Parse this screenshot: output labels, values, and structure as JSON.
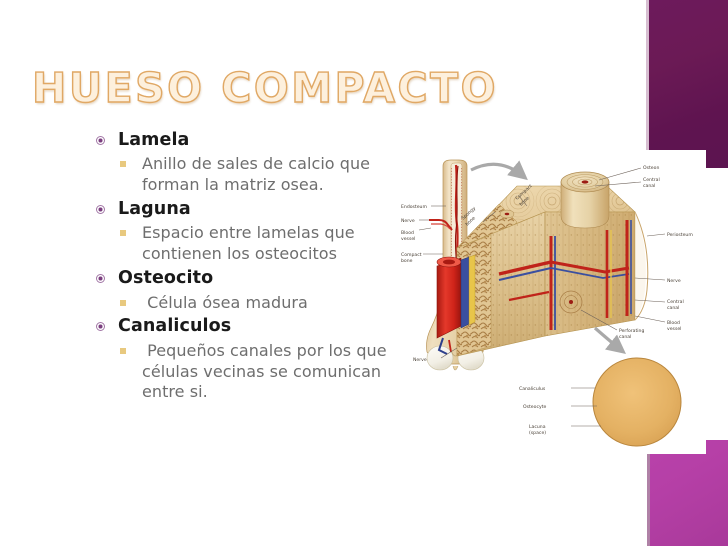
{
  "slide": {
    "title": "HUESO COMPACTO",
    "title_colors": {
      "fill_light": "#fffaf2",
      "fill_dark": "#e8bb82",
      "outline": "#e0a865"
    },
    "decor": {
      "top_right_block_color": "#6d1a5c",
      "bottom_right_block_color": "#b942ab"
    },
    "bullets": [
      {
        "level1": "Lamela",
        "level2": [
          "Anillo de sales de calcio que forman la matriz osea."
        ]
      },
      {
        "level1": "Laguna",
        "level2": [
          "Espacio entre lamelas que contienen los osteocitos"
        ]
      },
      {
        "level1": "Osteocito",
        "level2": [
          " Célula ósea madura"
        ]
      },
      {
        "level1": "Canaliculos",
        "level2": [
          " Pequeños canales por los que células vecinas se comunican entre si."
        ]
      }
    ],
    "bullet_glyphs": {
      "level1": "ring-bullet-purple",
      "level2": "square-bullet-gold"
    },
    "figure": {
      "name": "compact-bone-anatomy-diagram",
      "labels": {
        "endosteum": "Endosteum",
        "nerve_left": "Nerve",
        "blood_vessel_left": "Blood\nvessel",
        "compact_bone_left": "Compact\nbone",
        "compact_bone_block": "Compact\nbone",
        "spongy_bone": "Spongy\nbone",
        "osteon": "Osteon",
        "central_canal_top": "Central\ncanal",
        "periosteum": "Periosteum",
        "nerve_right": "Nerve",
        "central_canal_right": "Central\ncanal",
        "blood_vessel_right": "Blood\nvessel",
        "perforating_canal": "Perforating\ncanal",
        "nerve_bottom": "Nerve",
        "canaliculus": "Canaliculus",
        "osteocyte": "Osteocyte",
        "lacuna": "Lacuna\n(space)"
      },
      "colors": {
        "bone_light": "#efdcb8",
        "bone_mid": "#ddc08d",
        "bone_dark": "#c9a469",
        "cartilage": "#f7f4ec",
        "artery": "#d62b1f",
        "vein": "#3a4fa0",
        "osteocyte_pink": "#d585b0",
        "inset_fill": "#e8b569"
      }
    }
  }
}
